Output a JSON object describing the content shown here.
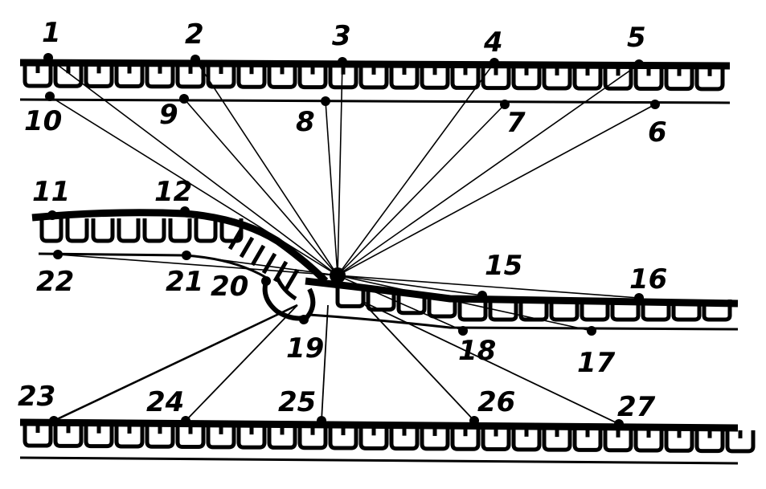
{
  "diagram": {
    "colors": {
      "ink": "#000000",
      "paper": "#ffffff"
    },
    "center_label": "",
    "points": [
      {
        "id": "p1",
        "label": "1"
      },
      {
        "id": "p2",
        "label": "2"
      },
      {
        "id": "p3",
        "label": "3"
      },
      {
        "id": "p4",
        "label": "4"
      },
      {
        "id": "p5",
        "label": "5"
      },
      {
        "id": "p6",
        "label": "6"
      },
      {
        "id": "p7",
        "label": "7"
      },
      {
        "id": "p8",
        "label": "8"
      },
      {
        "id": "p9",
        "label": "9"
      },
      {
        "id": "p10",
        "label": "10"
      },
      {
        "id": "p11",
        "label": "11"
      },
      {
        "id": "p12",
        "label": "12"
      },
      {
        "id": "p15",
        "label": "15"
      },
      {
        "id": "p16",
        "label": "16"
      },
      {
        "id": "p17",
        "label": "17"
      },
      {
        "id": "p18",
        "label": "18"
      },
      {
        "id": "p19",
        "label": "19"
      },
      {
        "id": "p20",
        "label": "20"
      },
      {
        "id": "p21",
        "label": "21"
      },
      {
        "id": "p22",
        "label": "22"
      },
      {
        "id": "p23",
        "label": "23"
      },
      {
        "id": "p24",
        "label": "24"
      },
      {
        "id": "p25",
        "label": "25"
      },
      {
        "id": "p26",
        "label": "26"
      },
      {
        "id": "p27",
        "label": "27"
      }
    ]
  }
}
